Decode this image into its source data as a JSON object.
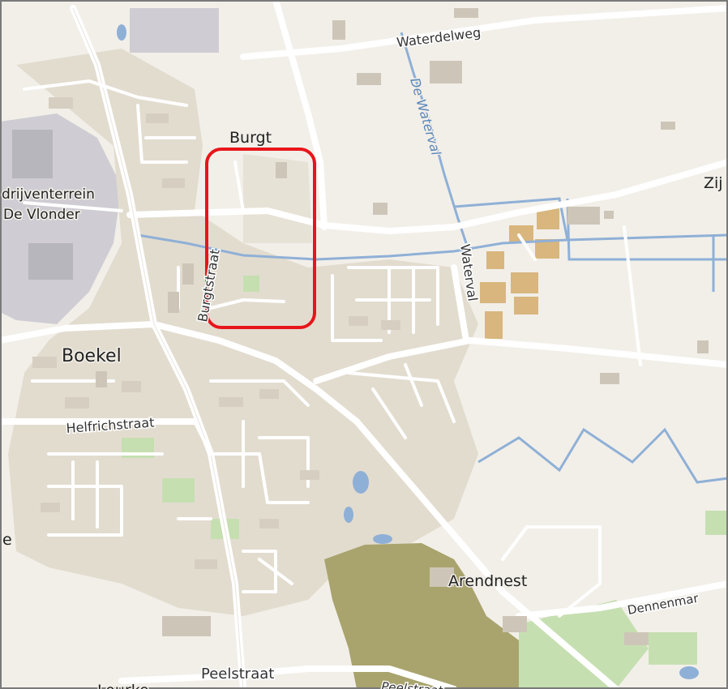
{
  "map": {
    "place_labels": {
      "burgt": "Burgt",
      "boekel": "Boekel",
      "arendnest": "Arendnest",
      "zij": "Zij",
      "industrial_line1": "drijventerrein",
      "industrial_line2": "De Vlonder",
      "lourke": "Lourke",
      "e": "e"
    },
    "street_labels": {
      "waterdelweg": "Waterdelweg",
      "burgtstraat": "Burgtstraat",
      "waterval": "Waterval",
      "helfrichstraat": "Helfrichstraat",
      "peelstraat": "Peelstraat",
      "peelstraat_2": "Peelstraat",
      "dennenmar": "Dennenmar"
    },
    "water_labels": {
      "de_waterval": "De Waterval"
    },
    "highlight": {
      "color": "#e8151b",
      "meaning": "highlighted area"
    },
    "colors": {
      "land": "#f2efe9",
      "residential": "#e2dccf",
      "industrial": "#cfcdd3",
      "forest": "#a9a46d",
      "park": "#c6dfb1",
      "water": "#8fb0d6",
      "sports": "#d8b67e"
    }
  }
}
